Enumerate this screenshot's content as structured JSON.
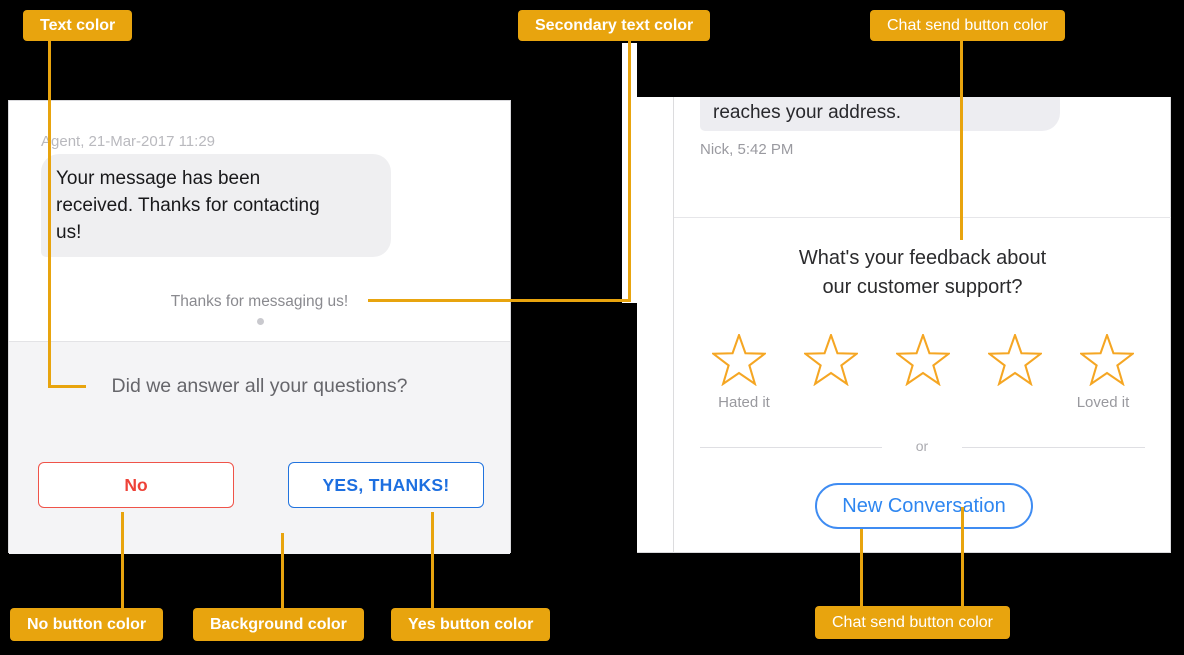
{
  "callouts": {
    "text_color": "Text color",
    "secondary_text_color": "Secondary text color",
    "chat_send_top": "Chat send button color",
    "no_button": "No button color",
    "background": "Background color",
    "yes_button": "Yes button color",
    "chat_send_bottom": "Chat send button color"
  },
  "left_chat": {
    "meta": "Agent, 21-Mar-2017 11:29",
    "message": "Your message has been\nreceived. Thanks for contacting\nus!",
    "system_note": "Thanks for messaging us!",
    "question": "Did we answer all your questions?",
    "no_label": "No",
    "yes_label": "YES, THANKS!"
  },
  "right_chat": {
    "message_tail": "reaches your address.",
    "meta": "Nick, 5:42 PM",
    "feedback_question": "What's your feedback about\nour customer support?",
    "rating_low": "Hated it",
    "rating_high": "Loved it",
    "divider_text": "or",
    "new_conversation_label": "New Conversation",
    "star_count": 5
  },
  "colors": {
    "callout_badge": "#E8A40E",
    "text_color": "#66666B",
    "secondary_text_color": "#8A8A8F",
    "no_button_color": "#EE4238",
    "yes_button_color": "#1D6FE0",
    "background_color": "#F4F4F6",
    "chat_send_button_color": "#2E86F0",
    "star_color": "#F5A623"
  }
}
